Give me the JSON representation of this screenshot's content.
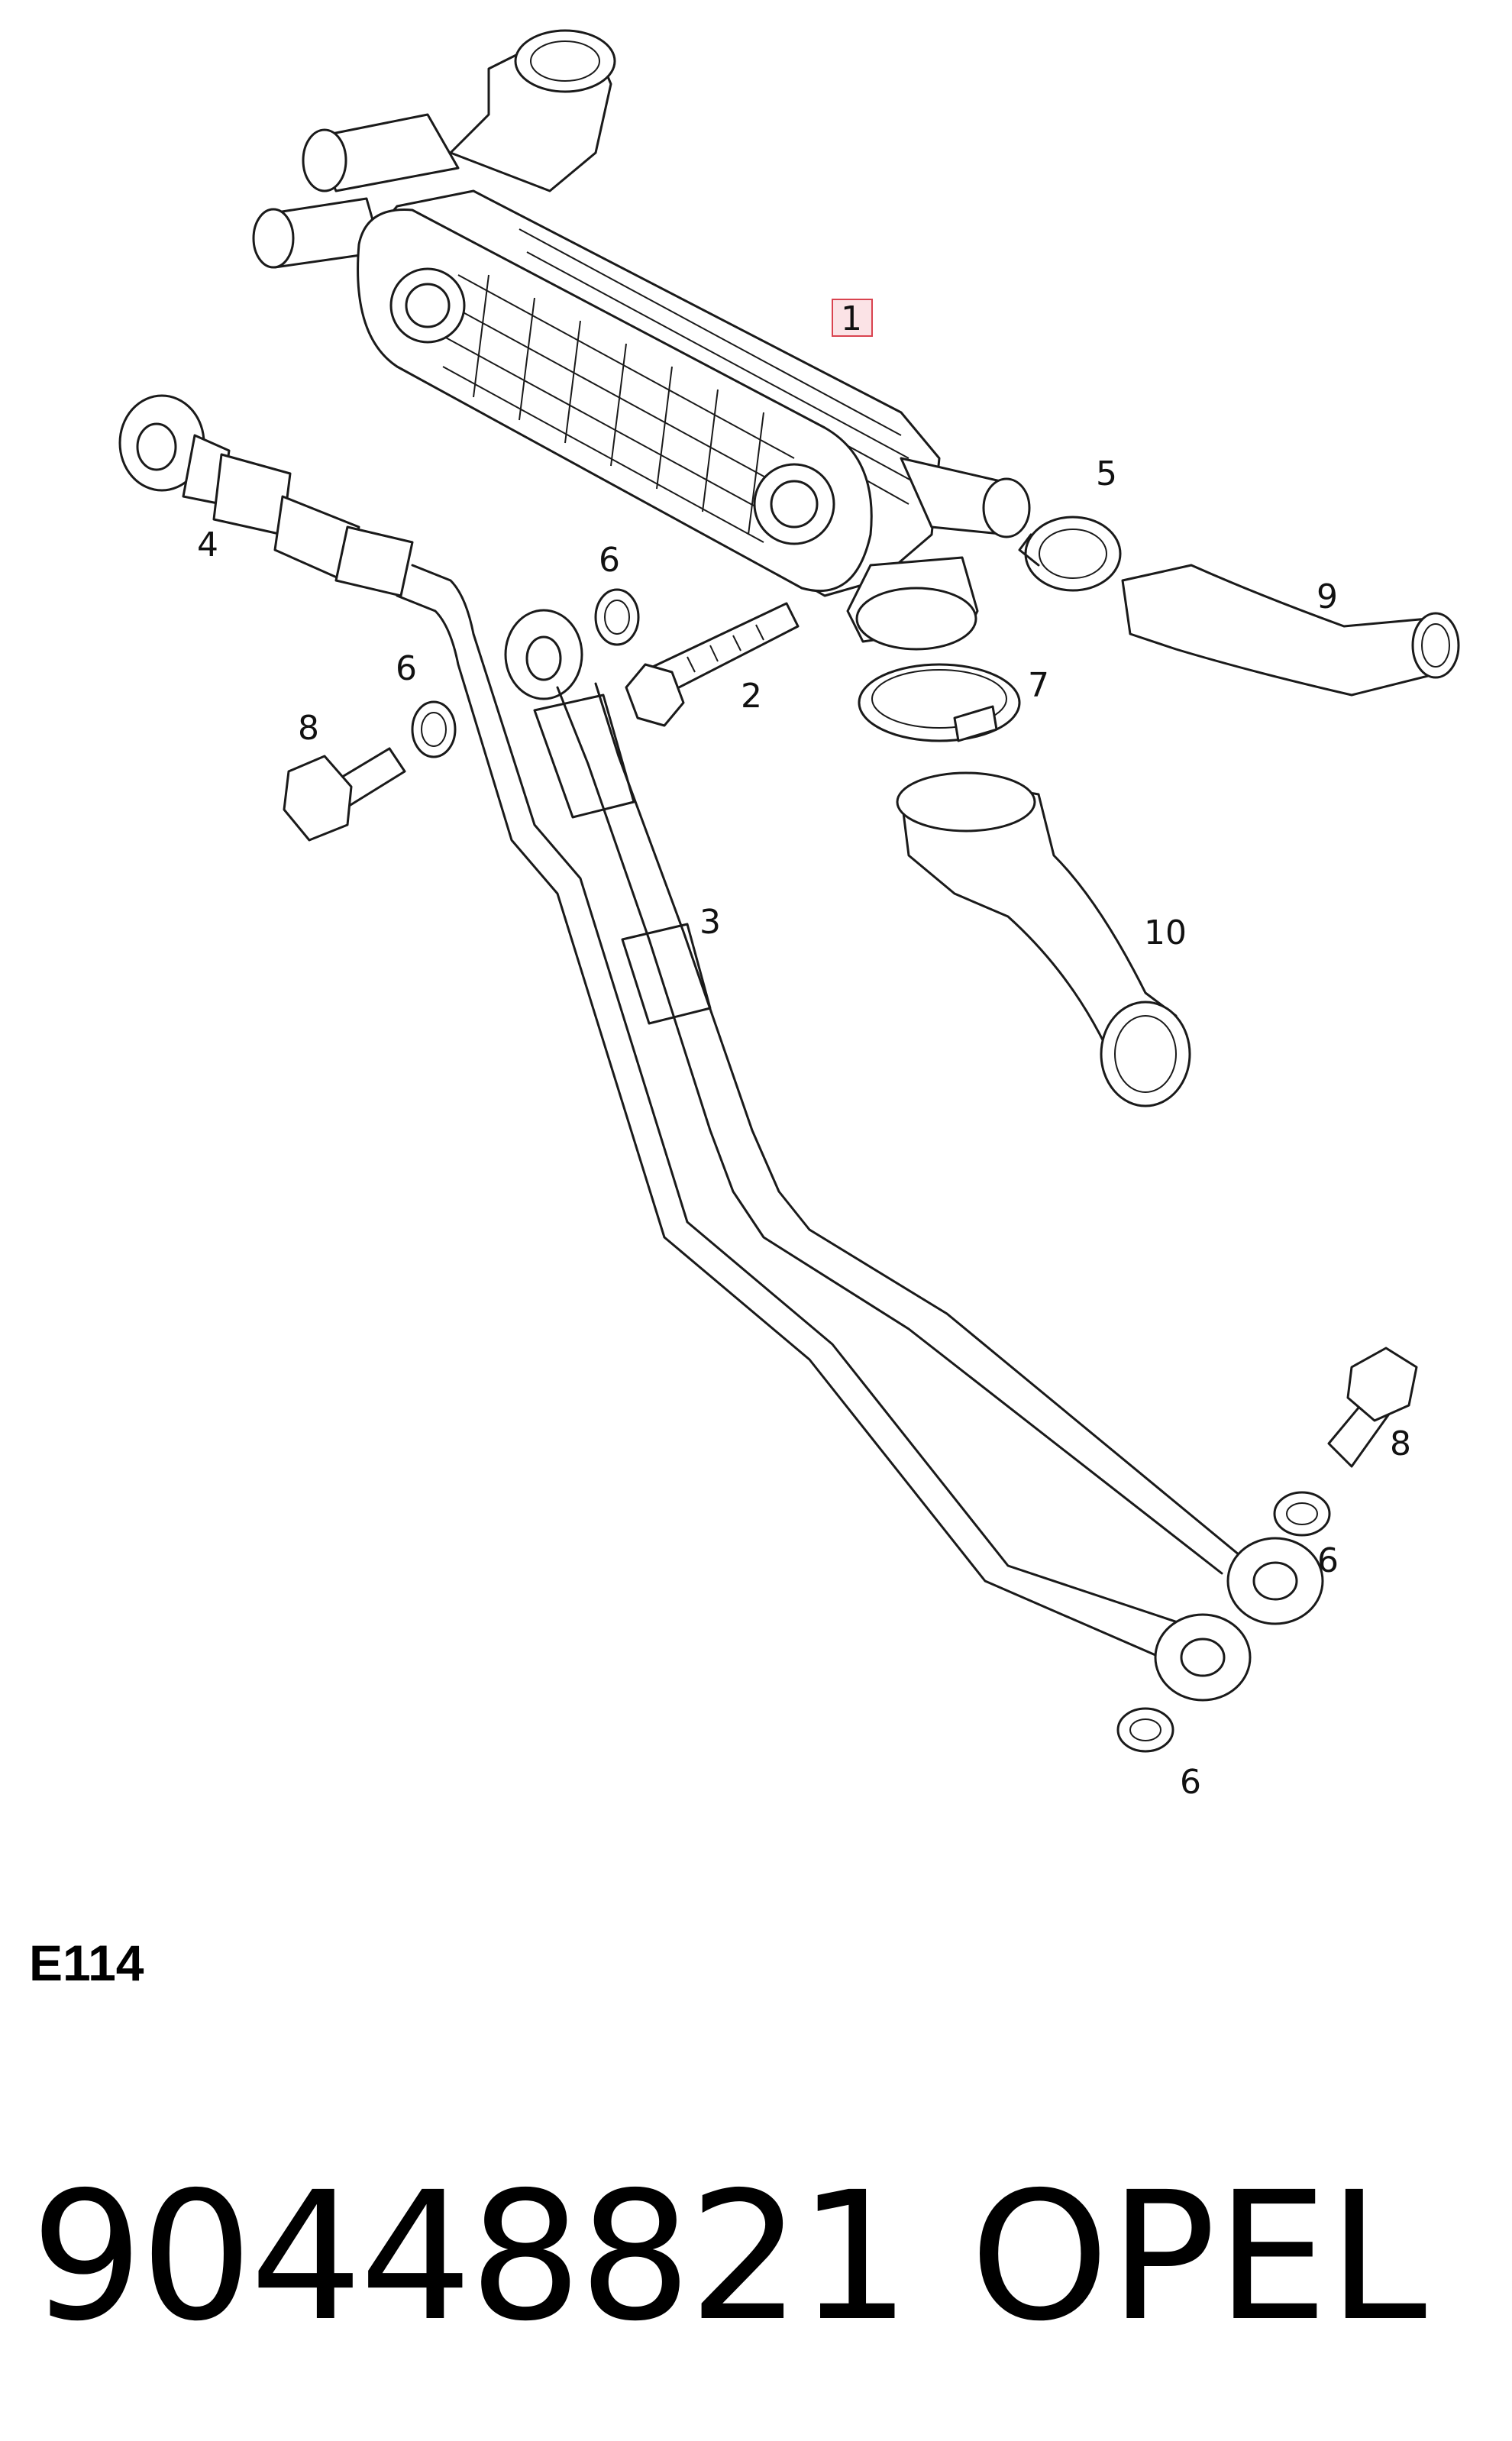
{
  "diagram": {
    "callouts": {
      "c1": "1",
      "c2": "2",
      "c3": "3",
      "c4": "4",
      "c5": "5",
      "c6a": "6",
      "c6b": "6",
      "c6c": "6",
      "c6d": "6",
      "c7": "7",
      "c8a": "8",
      "c8b": "8",
      "c9": "9",
      "c10": "10"
    },
    "highlight_color": "#d9434f"
  },
  "footer": {
    "section_code": "E114",
    "part_number": "90448821",
    "brand": "OPEL"
  }
}
